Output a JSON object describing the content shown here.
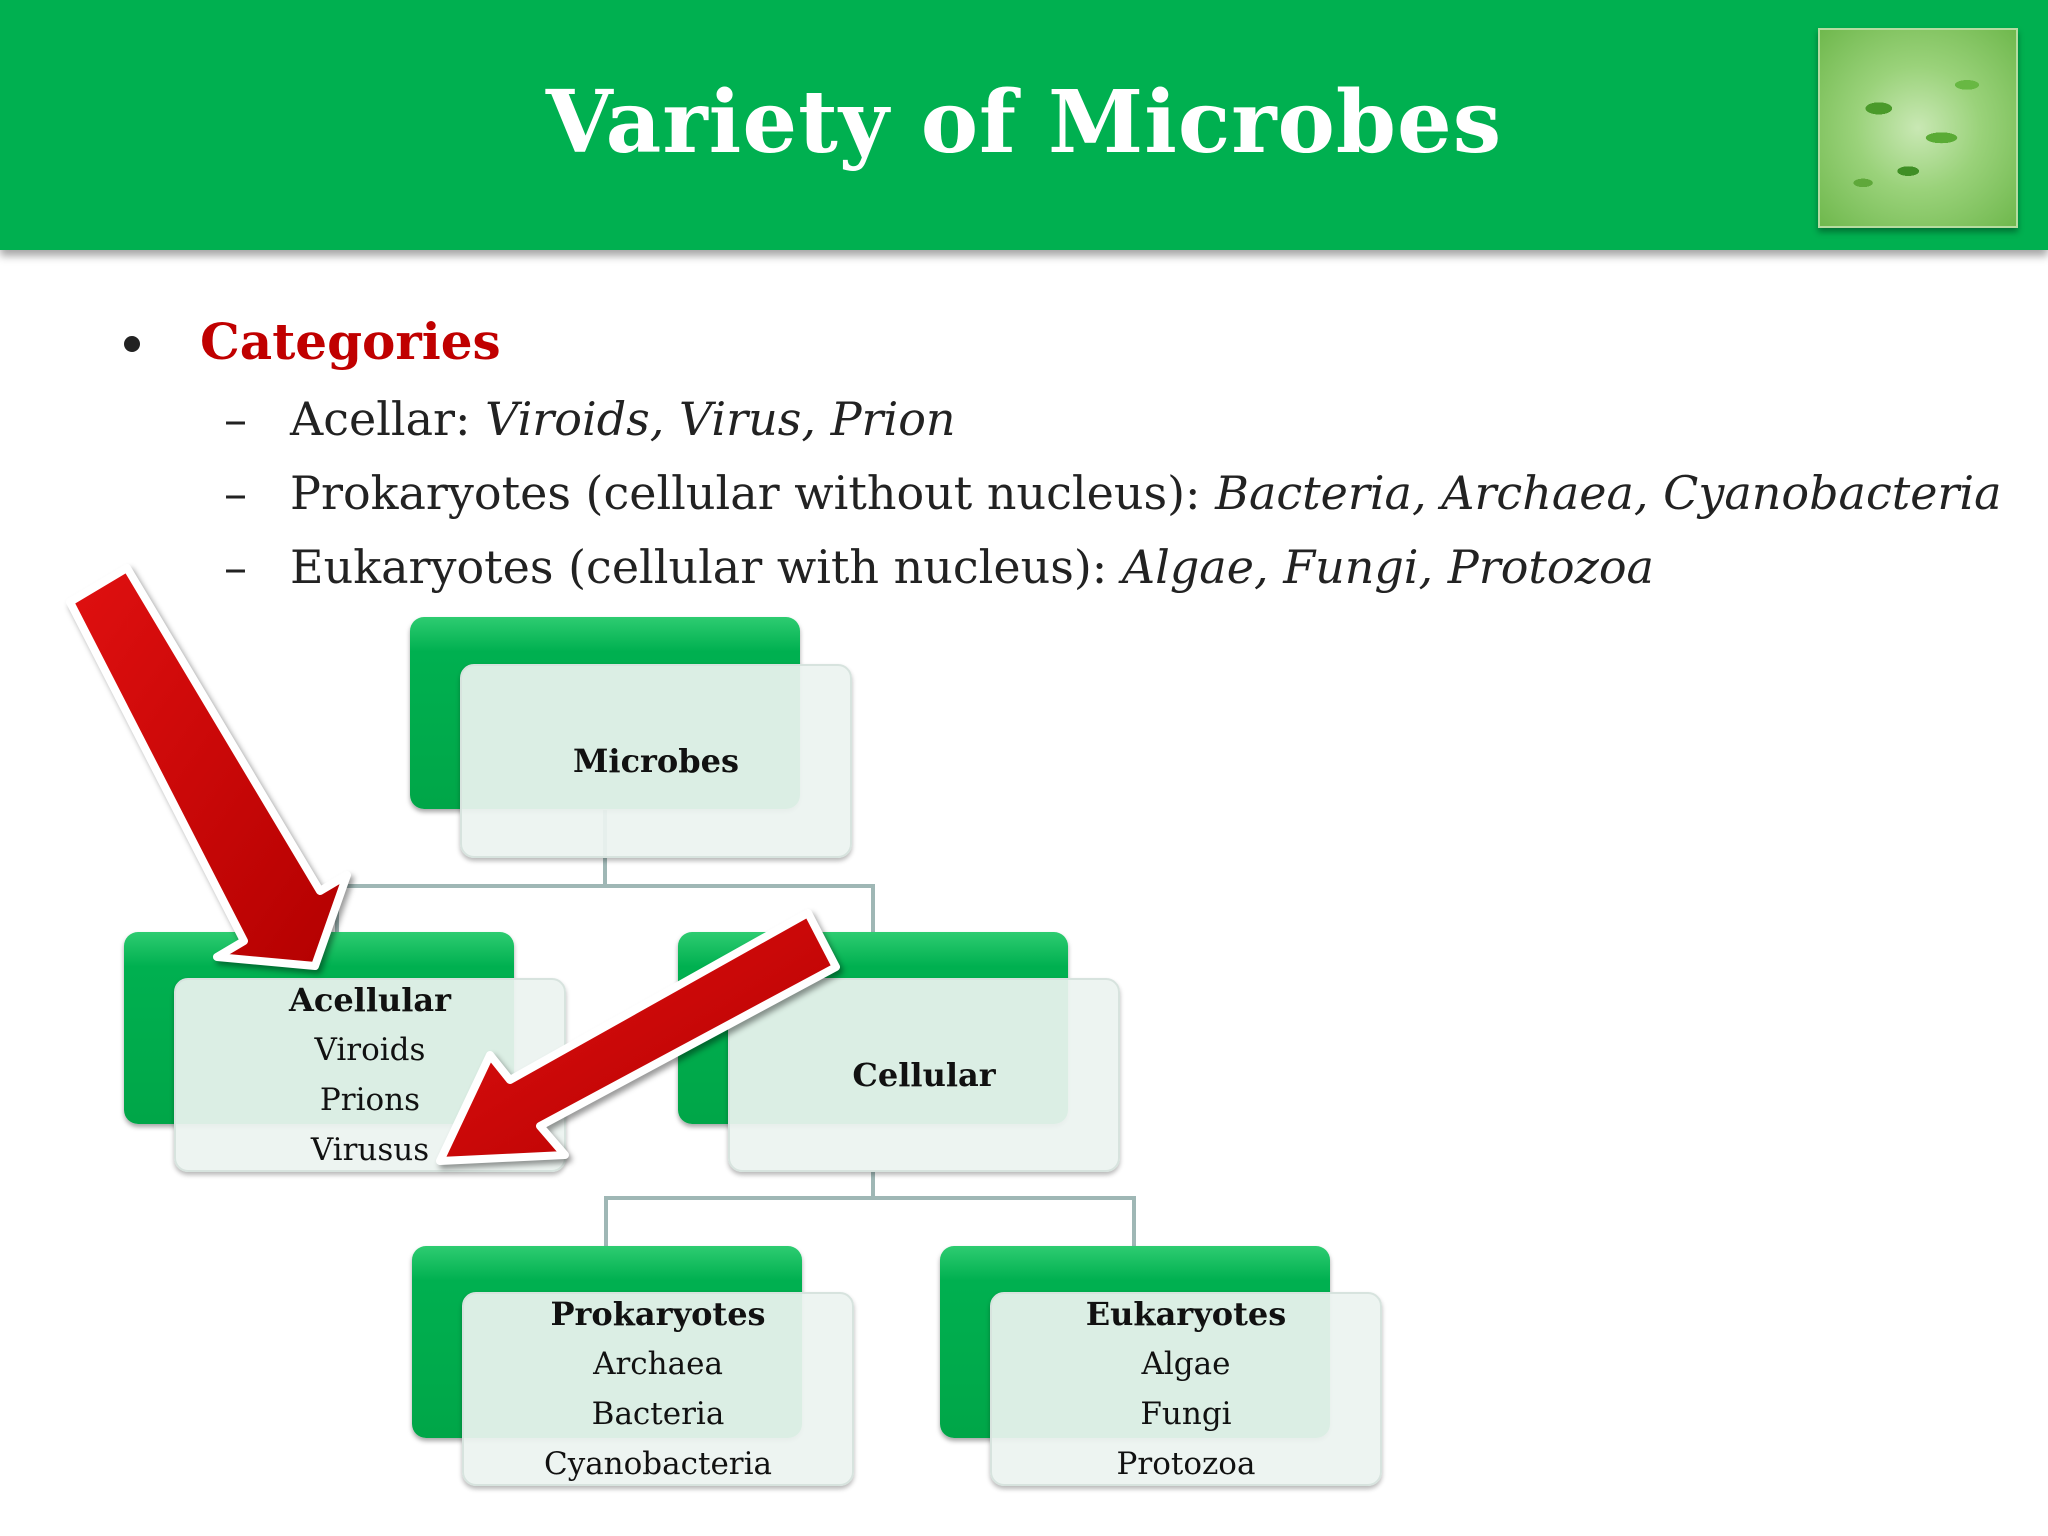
{
  "slide": {
    "title": "Variety of Microbes",
    "bullet": {
      "label": "Categories",
      "subitems": [
        {
          "prefix": "Acellar: ",
          "italic": "Viroids, Virus, Prion"
        },
        {
          "prefix": "Prokaryotes (cellular without nucleus): ",
          "italic": "Bacteria, Archaea, Cyanobacteria"
        },
        {
          "prefix": "Eukaryotes (cellular with nucleus): ",
          "italic": "Algae, Fungi, Protozoa"
        }
      ]
    }
  },
  "diagram": {
    "root": {
      "title": "Microbes"
    },
    "acellular": {
      "title": "Acellular",
      "items": [
        "Viroids",
        "Prions",
        "Virusus"
      ]
    },
    "cellular": {
      "title": "Cellular"
    },
    "prokaryotes": {
      "title": "Prokaryotes",
      "items": [
        "Archaea",
        "Bacteria",
        "Cyanobacteria"
      ]
    },
    "eukaryotes": {
      "title": "Eukaryotes",
      "items": [
        "Algae",
        "Fungi",
        "Protozoa"
      ]
    }
  },
  "colors": {
    "header": "#00b050",
    "accent": "#c00000",
    "arrow": "#c00000",
    "connector": "#9fb7b5"
  },
  "icons": {
    "header_image": "microbe-photo-icon",
    "arrows": "red-arrow-icon"
  }
}
